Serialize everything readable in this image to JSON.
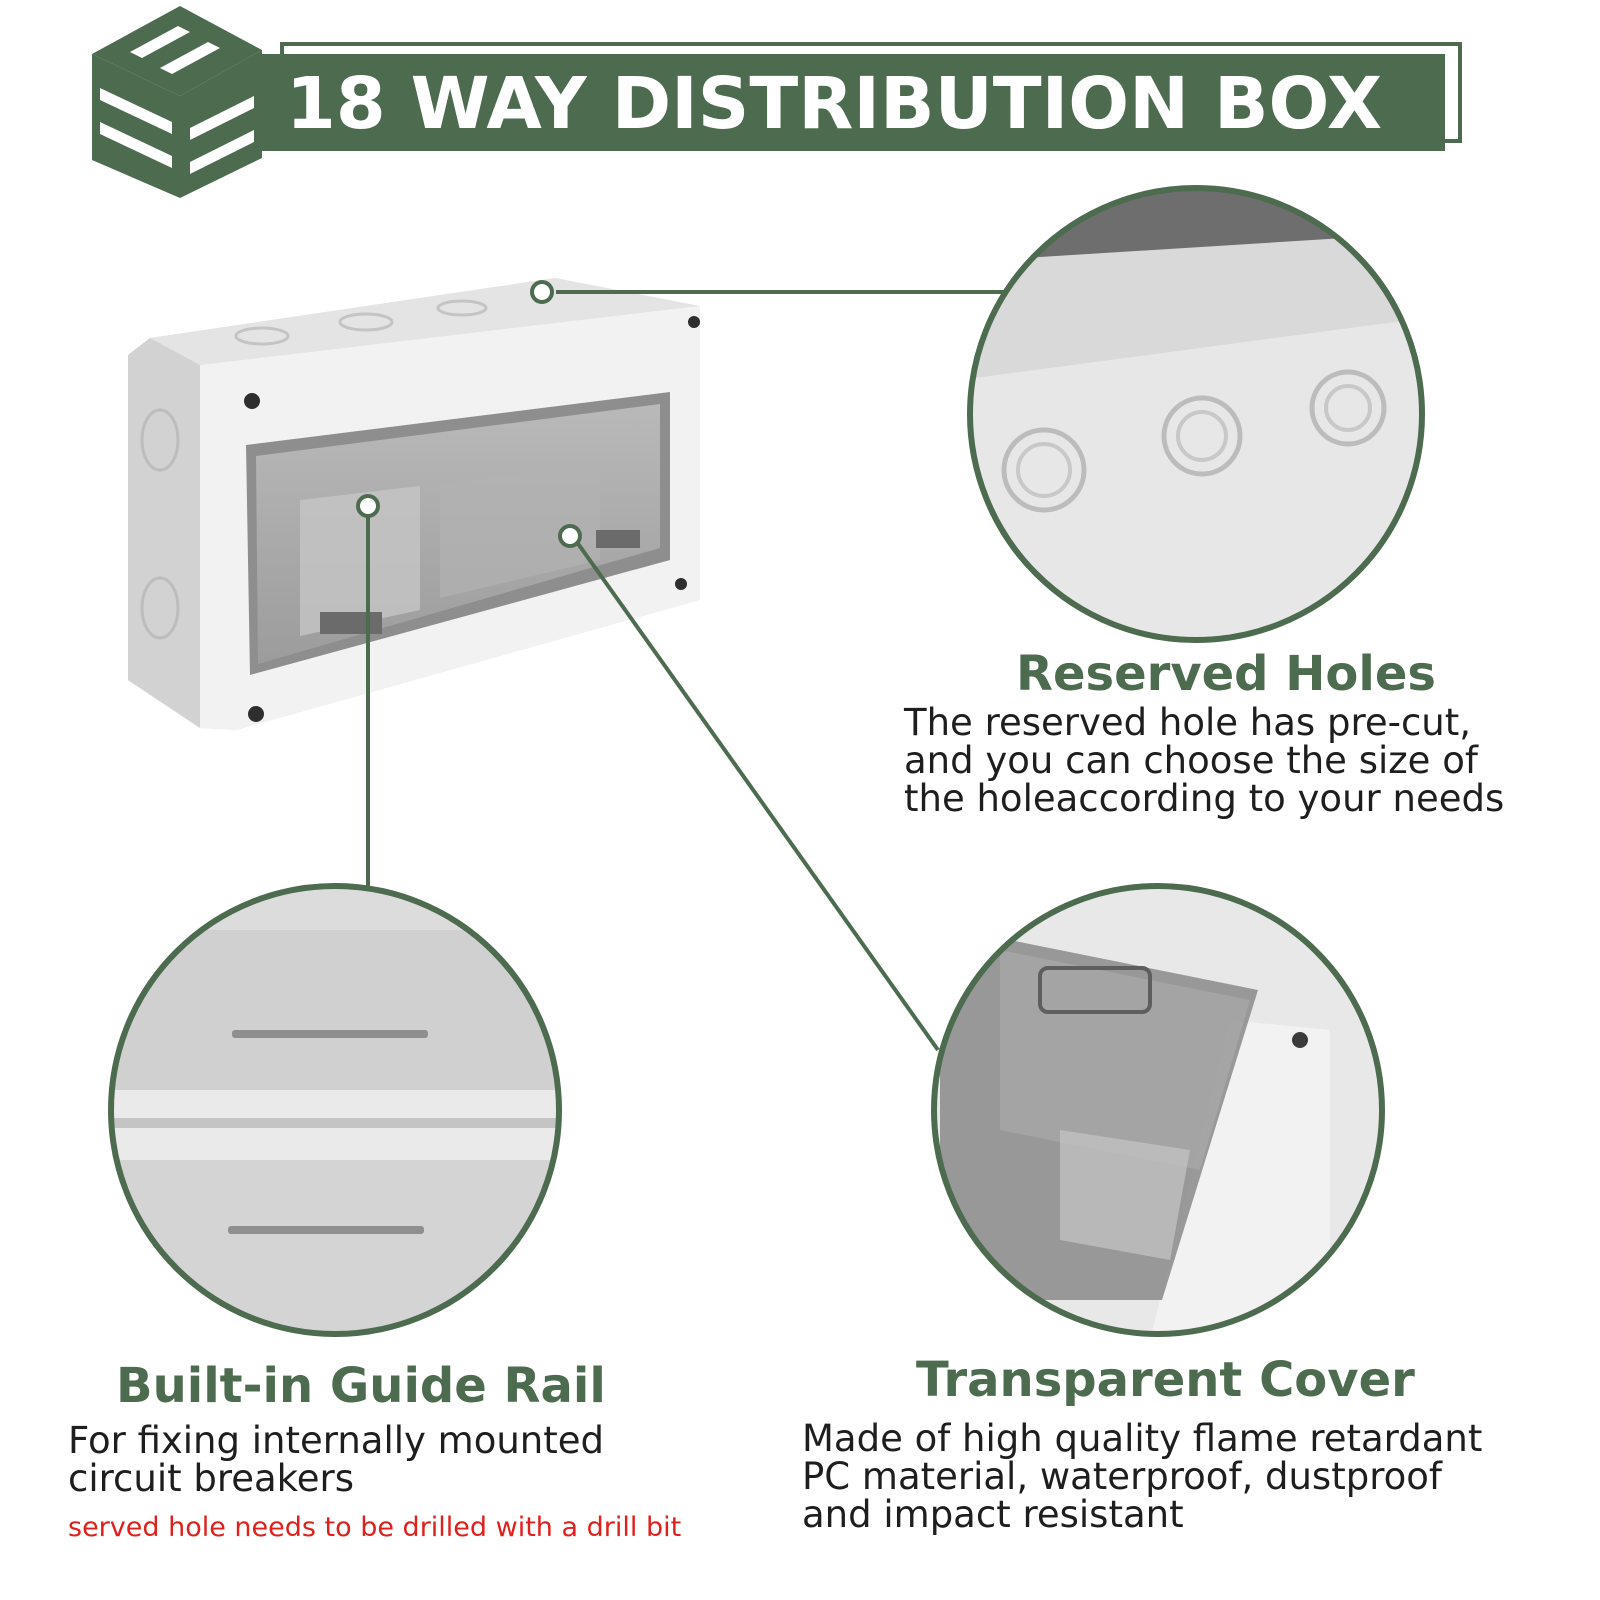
{
  "banner": {
    "title": "18 WAY DISTRIBUTION BOX",
    "logo_icon": "stacked-cube-logo-icon",
    "color": "#4d6b4f"
  },
  "features": [
    {
      "id": "reserved-holes",
      "title": "Reserved Holes",
      "lines": [
        "The reserved hole has pre-cut,",
        "and you can choose the size of",
        "the holeaccording to your needs"
      ]
    },
    {
      "id": "guide-rail",
      "title": "Built-in Guide Rail",
      "lines": [
        "For fixing internally mounted",
        "circuit breakers"
      ],
      "note": "served hole needs to be drilled with a drill bit"
    },
    {
      "id": "transparent-cover",
      "title": "Transparent Cover",
      "lines": [
        "Made of high quality flame retardant",
        "PC material, waterproof, dustproof",
        "and impact resistant"
      ]
    }
  ],
  "colors": {
    "accent": "#4d6b4f",
    "note": "#e0201c",
    "text": "#1e1e1e"
  }
}
